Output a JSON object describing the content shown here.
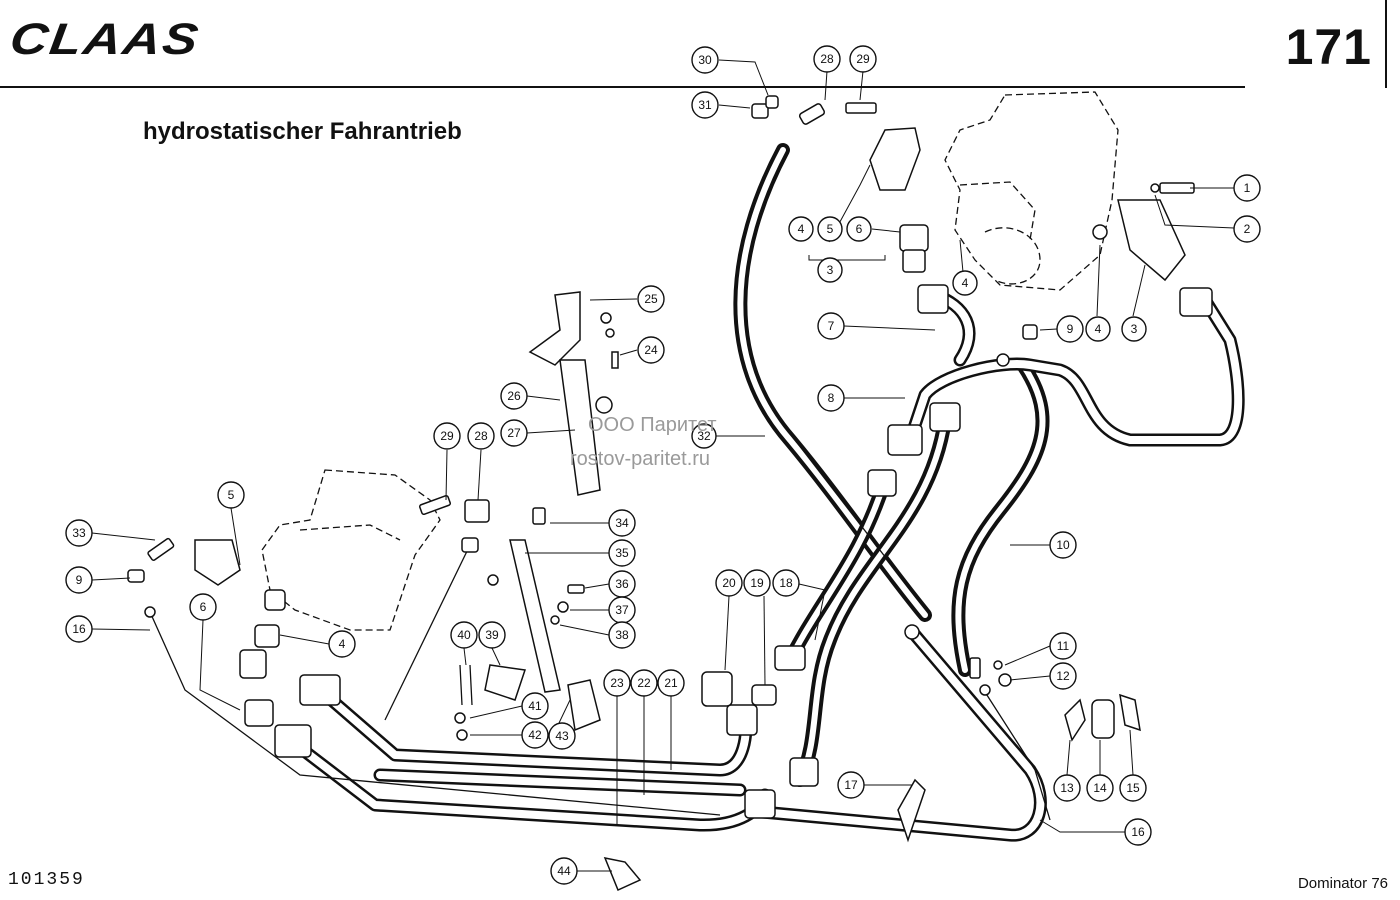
{
  "header": {
    "brand": "CLAAS",
    "page_number": "171",
    "title": "hydrostatischer Fahrantrieb"
  },
  "footer": {
    "drawing_number": "101359",
    "model": "Dominator 76"
  },
  "watermark": {
    "line1": "ООО Паритет",
    "line2": "rostov-paritet.ru"
  },
  "callouts": [
    {
      "id": "c30",
      "label": "30"
    },
    {
      "id": "c31",
      "label": "31"
    },
    {
      "id": "c28a",
      "label": "28"
    },
    {
      "id": "c29a",
      "label": "29"
    },
    {
      "id": "c1",
      "label": "1"
    },
    {
      "id": "c2",
      "label": "2"
    },
    {
      "id": "c4a",
      "label": "4"
    },
    {
      "id": "c5a",
      "label": "5"
    },
    {
      "id": "c6a",
      "label": "6"
    },
    {
      "id": "c3a",
      "label": "3"
    },
    {
      "id": "c4b",
      "label": "4"
    },
    {
      "id": "c7",
      "label": "7"
    },
    {
      "id": "c9a",
      "label": "9"
    },
    {
      "id": "c4c",
      "label": "4"
    },
    {
      "id": "c3b",
      "label": "3"
    },
    {
      "id": "c25",
      "label": "25"
    },
    {
      "id": "c24",
      "label": "24"
    },
    {
      "id": "c26",
      "label": "26"
    },
    {
      "id": "c27",
      "label": "27"
    },
    {
      "id": "c8",
      "label": "8"
    },
    {
      "id": "c32",
      "label": "32"
    },
    {
      "id": "c29b",
      "label": "29"
    },
    {
      "id": "c28b",
      "label": "28"
    },
    {
      "id": "c5b",
      "label": "5"
    },
    {
      "id": "c33",
      "label": "33"
    },
    {
      "id": "c9b",
      "label": "9"
    },
    {
      "id": "c16a",
      "label": "16"
    },
    {
      "id": "c6b",
      "label": "6"
    },
    {
      "id": "c4d",
      "label": "4"
    },
    {
      "id": "c34",
      "label": "34"
    },
    {
      "id": "c35",
      "label": "35"
    },
    {
      "id": "c36",
      "label": "36"
    },
    {
      "id": "c37",
      "label": "37"
    },
    {
      "id": "c38",
      "label": "38"
    },
    {
      "id": "c10",
      "label": "10"
    },
    {
      "id": "c20",
      "label": "20"
    },
    {
      "id": "c19",
      "label": "19"
    },
    {
      "id": "c18",
      "label": "18"
    },
    {
      "id": "c40",
      "label": "40"
    },
    {
      "id": "c39",
      "label": "39"
    },
    {
      "id": "c11",
      "label": "11"
    },
    {
      "id": "c12",
      "label": "12"
    },
    {
      "id": "c23",
      "label": "23"
    },
    {
      "id": "c22",
      "label": "22"
    },
    {
      "id": "c21",
      "label": "21"
    },
    {
      "id": "c41",
      "label": "41"
    },
    {
      "id": "c42",
      "label": "42"
    },
    {
      "id": "c43",
      "label": "43"
    },
    {
      "id": "c13",
      "label": "13"
    },
    {
      "id": "c14",
      "label": "14"
    },
    {
      "id": "c15",
      "label": "15"
    },
    {
      "id": "c17",
      "label": "17"
    },
    {
      "id": "c16b",
      "label": "16"
    },
    {
      "id": "c44",
      "label": "44"
    }
  ]
}
